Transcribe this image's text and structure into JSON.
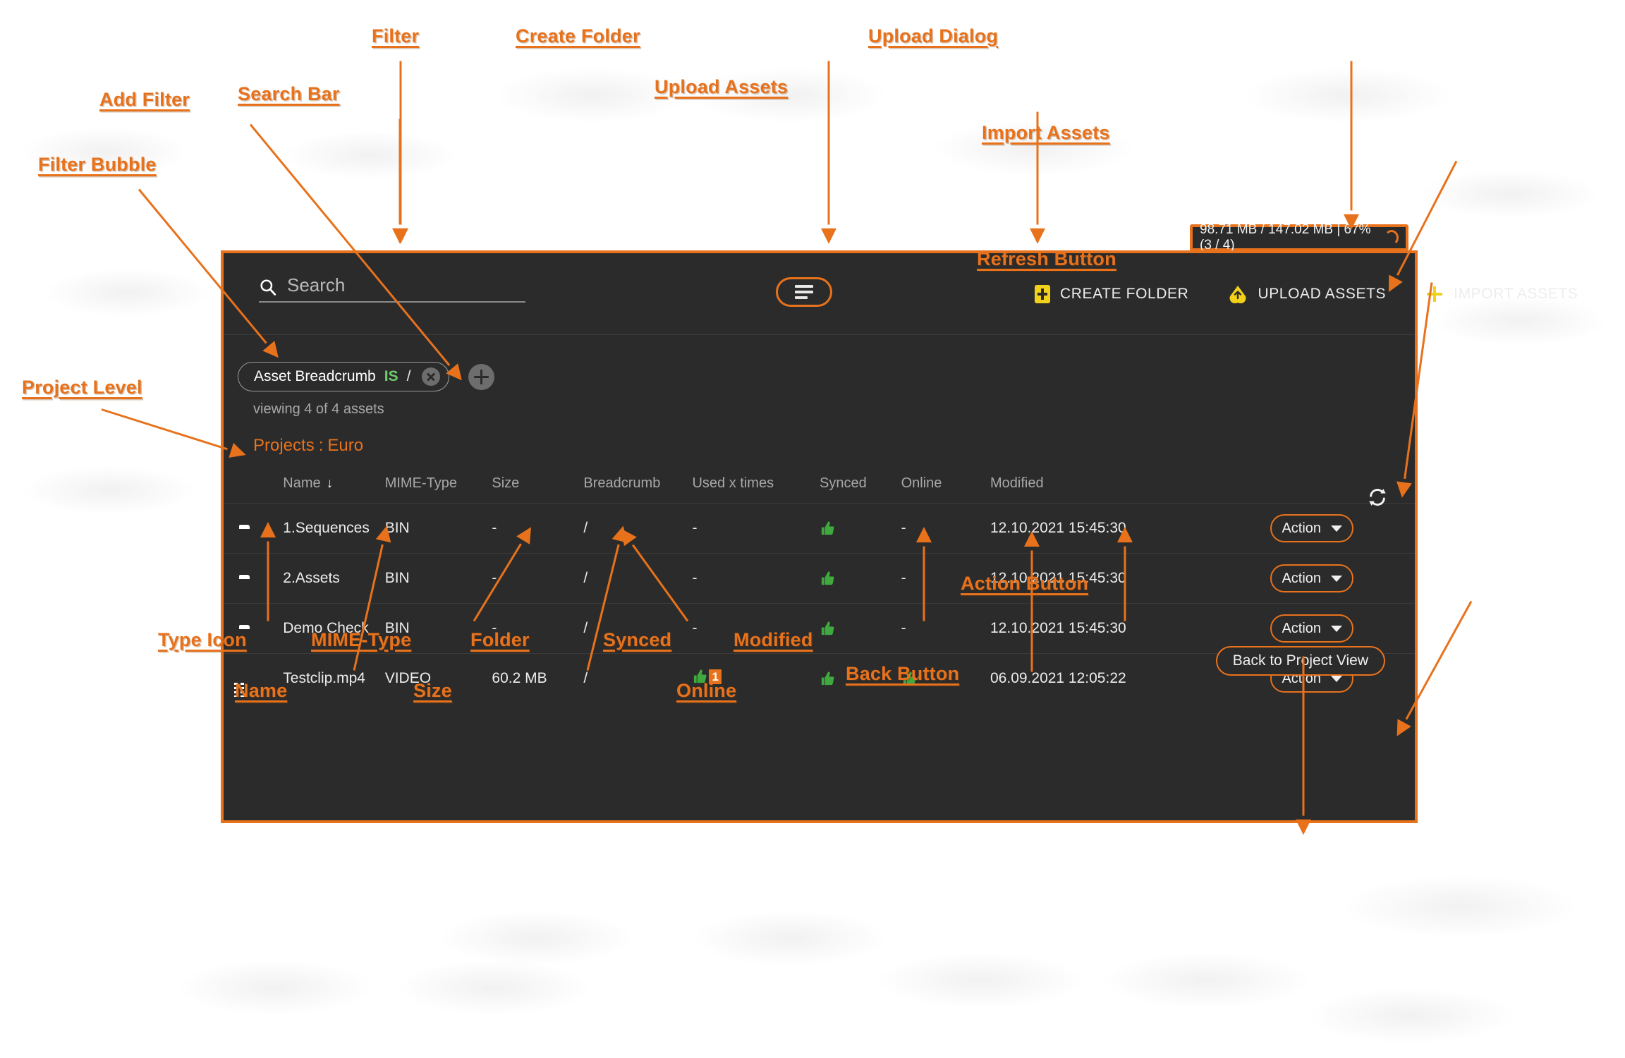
{
  "upload_dialog": {
    "text": "98.71 MB / 147.02 MB | 67% (3 / 4)",
    "spinner": "loading-spinner"
  },
  "toolbar": {
    "search_placeholder": "Search",
    "search_value": "",
    "search_icon": "search-icon",
    "filter_icon": "filter-lines-icon",
    "actions": [
      {
        "label": "CREATE FOLDER",
        "icon": "folder-plus-icon"
      },
      {
        "label": "UPLOAD ASSETS",
        "icon": "cloud-upload-icon"
      },
      {
        "label": "IMPORT ASSETS",
        "icon": "plus-icon"
      }
    ]
  },
  "filter": {
    "bubble_field": "Asset Breadcrumb",
    "bubble_operator": "IS",
    "bubble_value": "/",
    "remove_icon": "close-circle-icon",
    "add_icon": "plus-circle-icon",
    "viewing": "viewing 4 of 4 assets"
  },
  "breadcrumb": {
    "root": "Projects",
    "separator": ":",
    "current": "Euro"
  },
  "table": {
    "refresh_icon": "refresh-icon",
    "sort_indicator": "↓",
    "columns": [
      "Name",
      "MIME-Type",
      "Size",
      "Breadcrumb",
      "Used x times",
      "Synced",
      "Online",
      "Modified"
    ],
    "rows": [
      {
        "icon": "folder-icon",
        "name": "1.Sequences",
        "mime": "BIN",
        "size": "-",
        "breadcrumb": "/",
        "used": "-",
        "used_badge": "",
        "synced": "thumbs-up",
        "online": "-",
        "modified": "12.10.2021 15:45:30",
        "action": "Action"
      },
      {
        "icon": "folder-icon",
        "name": "2.Assets",
        "mime": "BIN",
        "size": "-",
        "breadcrumb": "/",
        "used": "-",
        "used_badge": "",
        "synced": "thumbs-up",
        "online": "-",
        "modified": "12.10.2021 15:45:30",
        "action": "Action"
      },
      {
        "icon": "folder-icon",
        "name": "Demo Check",
        "mime": "BIN",
        "size": "-",
        "breadcrumb": "/",
        "used": "-",
        "used_badge": "",
        "synced": "thumbs-up",
        "online": "-",
        "modified": "12.10.2021 15:45:30",
        "action": "Action"
      },
      {
        "icon": "video-icon",
        "name": "Testclip.mp4",
        "mime": "VIDEO",
        "size": "60.2 MB",
        "breadcrumb": "/",
        "used": "thumbs-up",
        "used_badge": "1",
        "synced": "thumbs-up",
        "online": "thumbs-up",
        "modified": "06.09.2021 12:05:22",
        "action": "Action"
      }
    ]
  },
  "back_button": "Back to Project View",
  "colors": {
    "accent": "#E8721C",
    "panel_bg": "#2b2b2b",
    "icon_yellow": "#F2D11B",
    "ok_green": "#3FA93F",
    "is_green": "#6ECD6E"
  },
  "annotations": [
    {
      "id": "filter",
      "label": "Filter"
    },
    {
      "id": "create-folder",
      "label": "Create Folder"
    },
    {
      "id": "upload-dialog",
      "label": "Upload Dialog"
    },
    {
      "id": "add-filter",
      "label": "Add Filter"
    },
    {
      "id": "search-bar",
      "label": "Search Bar"
    },
    {
      "id": "upload-assets",
      "label": "Upload Assets"
    },
    {
      "id": "import-assets",
      "label": "Import Assets"
    },
    {
      "id": "filter-bubble",
      "label": "Filter Bubble"
    },
    {
      "id": "refresh-button",
      "label": "Refresh Button"
    },
    {
      "id": "project-level",
      "label": "Project Level"
    },
    {
      "id": "action-button",
      "label": "Action Button"
    },
    {
      "id": "type-icon",
      "label": "Type Icon"
    },
    {
      "id": "mime-type",
      "label": "MIME-Type"
    },
    {
      "id": "folder",
      "label": "Folder"
    },
    {
      "id": "synced",
      "label": "Synced"
    },
    {
      "id": "modified",
      "label": "Modified"
    },
    {
      "id": "name",
      "label": "Name"
    },
    {
      "id": "size",
      "label": "Size"
    },
    {
      "id": "online",
      "label": "Online"
    },
    {
      "id": "back-button",
      "label": "Back Button"
    }
  ]
}
